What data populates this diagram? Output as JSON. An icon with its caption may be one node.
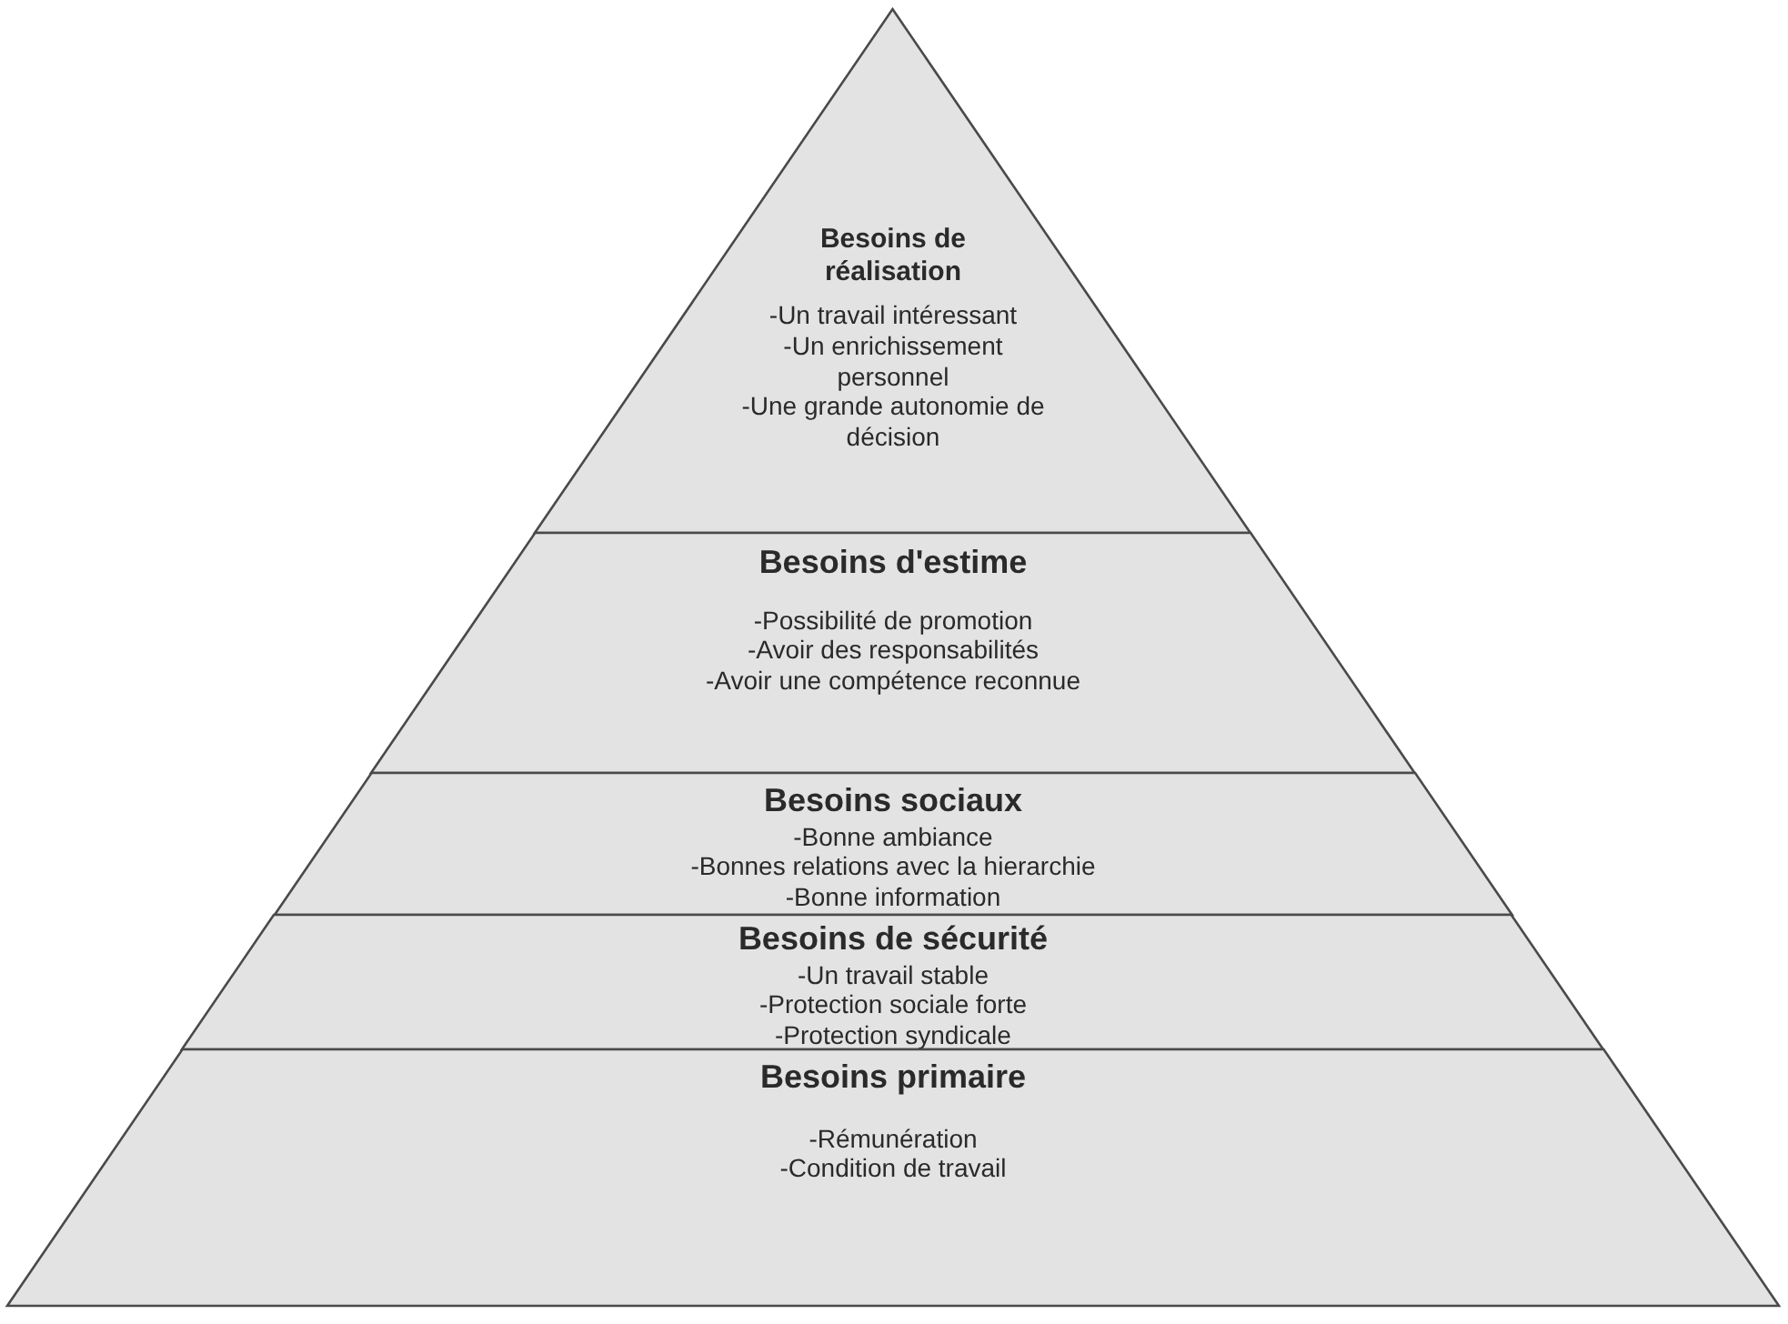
{
  "diagram": {
    "nodes": [
      {
        "text": [
          "Besoins de réalisation",
          "-Un travail intéressant",
          "-Un enrichissement personnel",
          "-Une grande autonomie de décision"
        ]
      },
      {
        "text": [
          "Besoins d'estime",
          "-Possibilité de promotion",
          "-Avoir des responsabilités",
          "-Avoir une compétence reconnue"
        ]
      },
      {
        "text": [
          "Besoins sociaux",
          "-Bonne ambiance",
          "-Bonnes relations avec la hierarchie",
          "-Bonne information"
        ]
      },
      {
        "text": [
          "Besoins de sécurité",
          "-Un travail stable",
          "-Protection sociale forte",
          "-Protection syndicale"
        ]
      },
      {
        "text": [
          "Besoins primaire",
          "-Rémunération",
          "-Condition de travail"
        ]
      }
    ]
  }
}
